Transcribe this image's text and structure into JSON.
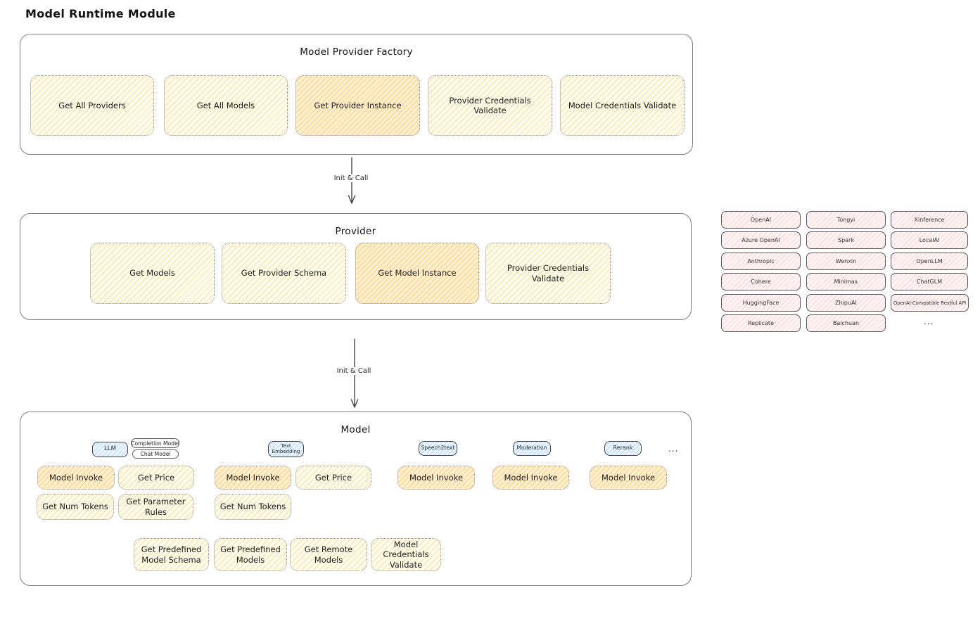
{
  "title": "Model Runtime Module",
  "arrow1_label": "Init & Call",
  "arrow2_label": "Init & Call",
  "factory": {
    "title": "Model Provider Factory",
    "items": [
      {
        "label": "Get All Providers",
        "highlight": false
      },
      {
        "label": "Get All Models",
        "highlight": false
      },
      {
        "label": "Get Provider Instance",
        "highlight": true
      },
      {
        "label": "Provider Credentials Validate",
        "highlight": false
      },
      {
        "label": "Model Credentials Validate",
        "highlight": false
      }
    ]
  },
  "provider": {
    "title": "Provider",
    "items": [
      {
        "label": "Get Models",
        "highlight": false
      },
      {
        "label": "Get Provider Schema",
        "highlight": false
      },
      {
        "label": "Get Model Instance",
        "highlight": true
      },
      {
        "label": "Provider Credentials Validate",
        "highlight": false
      }
    ]
  },
  "vendors": {
    "col1": [
      "OpenAI",
      "Azure OpenAI",
      "Anthropic",
      "Cohere",
      "HuggingFace",
      "Replicate"
    ],
    "col2": [
      "Tongyi",
      "Spark",
      "Wenxin",
      "Minimax",
      "ZhipuAI",
      "Baichuan"
    ],
    "col3": [
      "Xinference",
      "LocalAI",
      "OpenLLM",
      "ChatGLM",
      "OpenAI-Compatible Restful API"
    ],
    "more": "..."
  },
  "model": {
    "title": "Model",
    "tags": {
      "llm": "LLM",
      "completion": "Completion Model",
      "chat": "Chat Model",
      "text_embedding": "Text Embedding",
      "speech2text": "Speech2text",
      "moderation": "Moderation",
      "rerank": "Rerank",
      "more": "..."
    },
    "ops": {
      "model_invoke": "Model Invoke",
      "get_price": "Get Price",
      "get_num_tokens": "Get Num Tokens",
      "get_parameter_rules": "Get Parameter Rules"
    },
    "bottom": [
      "Get Predefined Model Schema",
      "Get Predefined Models",
      "Get Remote Models",
      "Model Credentials Validate"
    ]
  },
  "colors": {
    "op_yellow": "#fefae9",
    "op_orange": "#fdefd0",
    "vendor_pink": "#fef4f4",
    "tag_blue": "#eaf3fb",
    "stroke": "#7e7e7e"
  }
}
